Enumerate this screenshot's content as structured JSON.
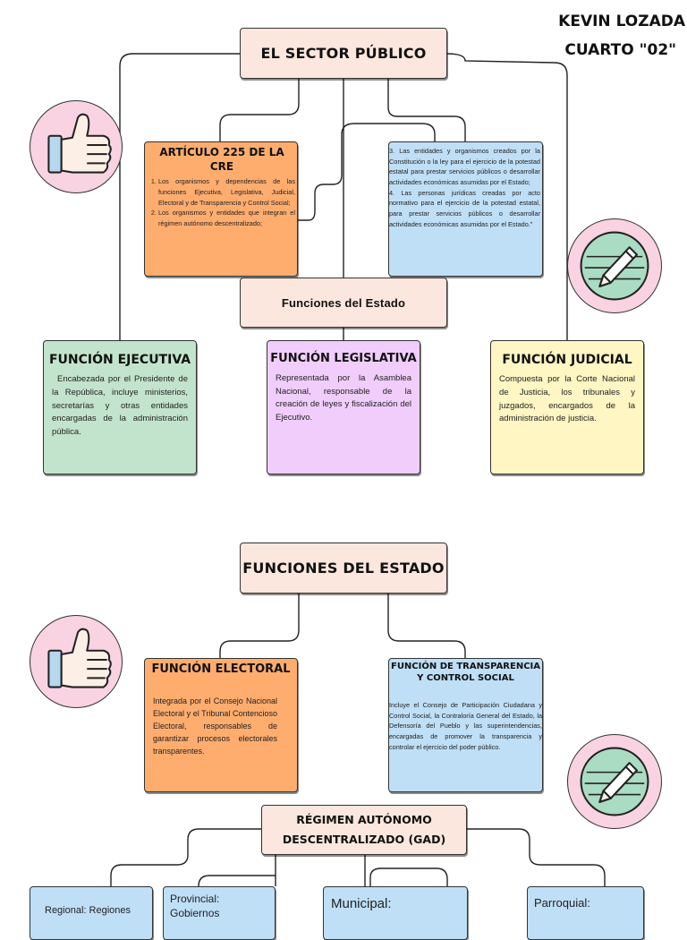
{
  "author": {
    "name": "KEVIN LOZADA",
    "course": "CUARTO \"02\""
  },
  "colors": {
    "peach": "#fbe7de",
    "orange": "#ffad6e",
    "blue": "#bfdff7",
    "green": "#c3e4cc",
    "purple": "#f0cdfb",
    "yellow": "#fff6c3",
    "pink_circle": "#f9d3e1",
    "green_circle": "#a9dcc2"
  },
  "icons": [
    "thumbs-up-icon",
    "pencil-icon"
  ],
  "section1": {
    "title": "EL SECTOR PÚBLICO",
    "articulo": {
      "heading": "ARTÍCULO 225 DE LA CRE",
      "items": [
        "Los organismos y dependencias de las funciones Ejecutiva, Legislativa, Judicial, Electoral y de Transparencia y Control Social;",
        "Los organismos y entidades que integran el régimen autónomo descentralizado;"
      ]
    },
    "articulo_cont": {
      "items": [
        "3. Las entidades y organismos creados por la Constitución o la ley para el ejercicio de la potestad estatal para prestar servicios públicos o desarrollar actividades económicas asumidas por el Estado;",
        "4. Las personas jurídicas creadas por acto normativo para el ejercicio de la potestad estatal, para prestar servicios públicos o desarrollar actividades económicas asumidas por el Estado.\""
      ]
    },
    "funciones_label": "Funciones del Estado",
    "ejecutiva": {
      "heading": "FUNCIÓN EJECUTIVA",
      "text": "Encabezada por el Presidente de la República, incluye ministerios, secretarías y otras entidades encargadas de la administración pública."
    },
    "legislativa": {
      "heading": "FUNCIÓN LEGISLATIVA",
      "text": "Representada por la Asamblea Nacional, responsable de la creación de leyes y fiscalización del Ejecutivo."
    },
    "judicial": {
      "heading": "FUNCIÓN JUDICIAL",
      "text": "Compuesta por la Corte Nacional de Justicia, los tribunales y juzgados, encargados de la administración de justicia."
    }
  },
  "section2": {
    "title": "FUNCIONES DEL ESTADO",
    "electoral": {
      "heading": "FUNCIÓN ELECTORAL",
      "text": "Integrada por el Consejo Nacional Electoral y el Tribunal Contencioso Electoral, responsables de garantizar procesos electorales transparentes."
    },
    "transparencia": {
      "heading": "FUNCIÓN DE TRANSPARENCIA Y CONTROL SOCIAL",
      "text": "Incluye el Consejo de Participación Ciudadana y Control Social, la Contraloría General del Estado, la Defensoría del Pueblo y las superintendencias, encargadas de promover la transparencia y controlar el ejercicio del poder público."
    },
    "gad": {
      "heading": "RÉGIMEN AUTÓNOMO DESCENTRALIZADO (GAD)",
      "regional": "Regional: Regiones",
      "provincial": "Provincial: Gobiernos",
      "municipal": "Municipal:",
      "parroquial": "Parroquial:"
    }
  }
}
